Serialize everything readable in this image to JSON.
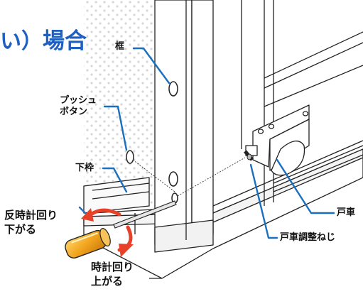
{
  "title": {
    "paren": "い）",
    "heading": "場合"
  },
  "labels": {
    "frame": "框",
    "push_button": [
      "プッシュ",
      "ボタン"
    ],
    "lower_frame": "下枠",
    "door_roller": "戸車",
    "door_roller_screw": "戸車調整ねじ",
    "counterclockwise": [
      "反時計回り",
      "下がる"
    ],
    "clockwise": [
      "時計回り",
      "上がる"
    ]
  },
  "colors": {
    "accent_blue": "#1f5fbf",
    "leader_blue": "#1a6fbf",
    "arrow_red": "#e8412a",
    "handle_orange": "#f2a51f",
    "dot_gray": "#d8d8d8"
  }
}
